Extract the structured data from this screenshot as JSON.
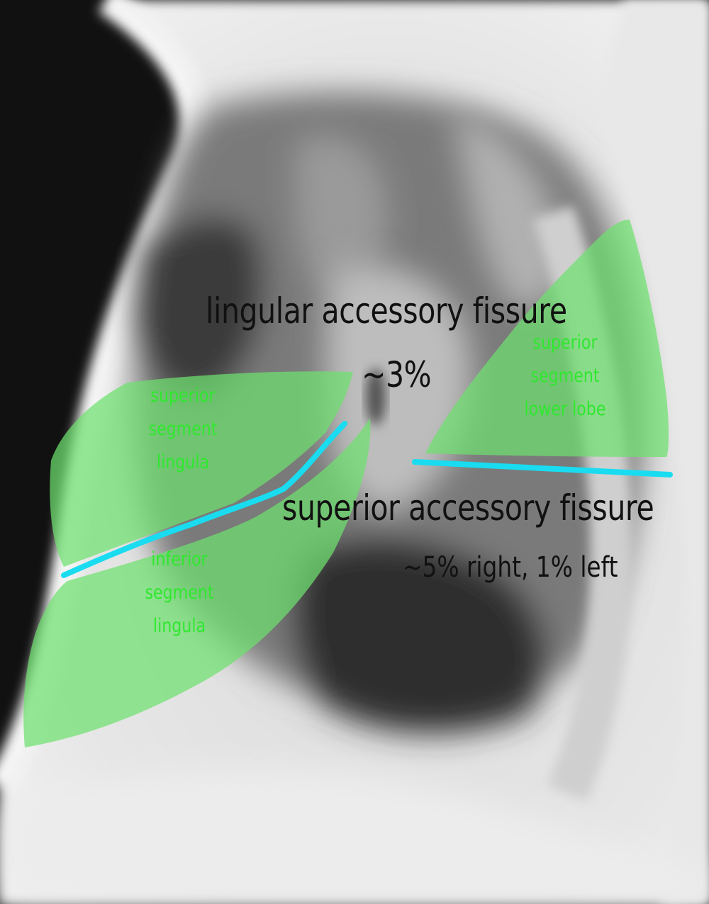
{
  "image": {
    "subject": "lateral chest radiograph",
    "colors": {
      "segment_overlay": "#6ee06e",
      "fissure_line": "#19dcf0",
      "segment_text": "#2fe82f",
      "annotation_text": "#111111"
    }
  },
  "annotations": {
    "lingular_fissure": {
      "title": "lingular accessory fissure",
      "prevalence": "~3%"
    },
    "superior_fissure": {
      "title": "superior accessory fissure",
      "prevalence": "~5% right, 1% left"
    }
  },
  "segments": {
    "superior_lingula": [
      "superior",
      "segment",
      "lingula"
    ],
    "inferior_lingula": [
      "inferior",
      "segment",
      "lingula"
    ],
    "superior_lower_lobe": [
      "superior",
      "segment",
      "lower lobe"
    ]
  }
}
